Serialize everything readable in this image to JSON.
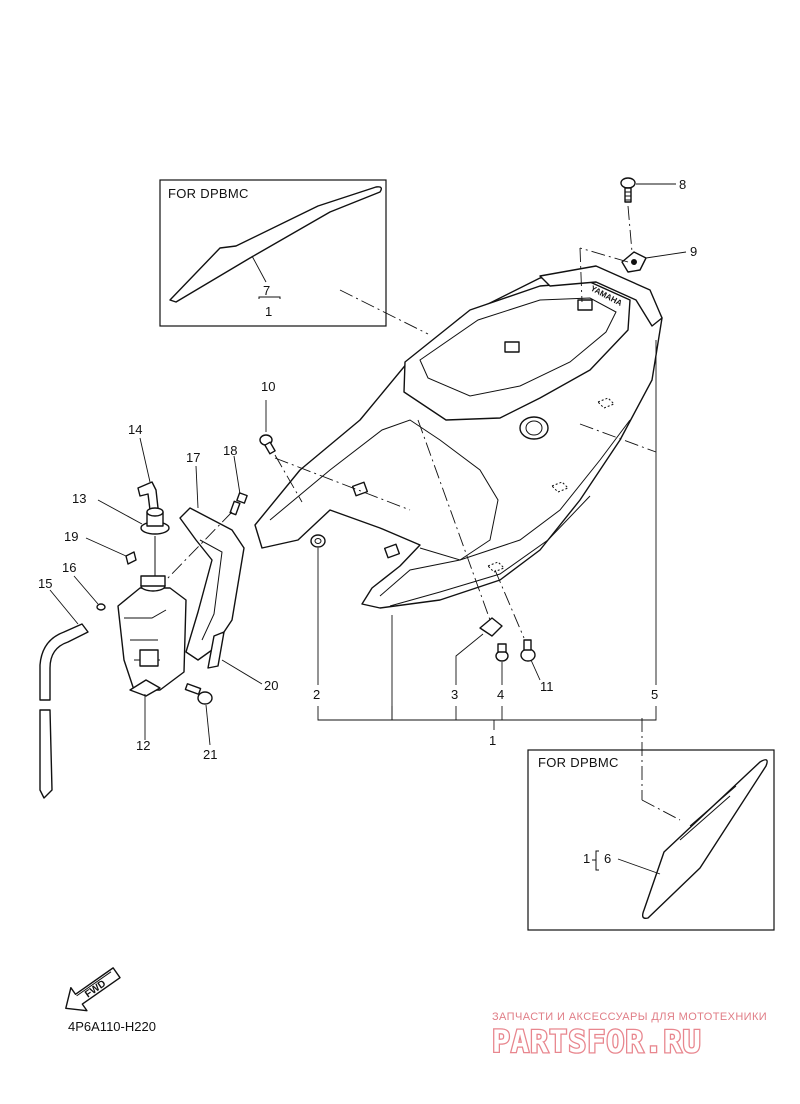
{
  "diagram": {
    "code": "4P6A110-H220",
    "fwd_label": "FWD",
    "brand_mark": "YAMAHA",
    "box_top": {
      "title": "FOR DPBMC",
      "part_ref": "7",
      "assembly_ref": "1"
    },
    "box_bottom": {
      "title": "FOR DPBMC",
      "assembly_ref": "1",
      "part_ref": "6"
    },
    "callouts": [
      "1",
      "2",
      "3",
      "4",
      "5",
      "8",
      "9",
      "10",
      "11",
      "12",
      "13",
      "14",
      "15",
      "16",
      "17",
      "18",
      "19",
      "20",
      "21"
    ]
  },
  "watermark": {
    "line1": "ЗАПЧАСТИ И АКСЕССУАРЫ ДЛЯ МОТОТЕХНИКИ",
    "line2": "PARTSFOR.RU"
  }
}
